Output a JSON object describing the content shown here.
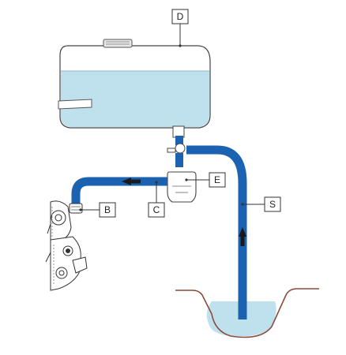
{
  "callouts": {
    "tank": "D",
    "connector": "E",
    "pump_inlet": "B",
    "supply_hose": "C",
    "suction_hose": "S"
  },
  "colors": {
    "hose": "#1b62b1",
    "water": "#bfe1ee",
    "tank_fill": "#ffffff",
    "outline": "#444444",
    "ground": "#8a4a3c"
  },
  "icons": {
    "flow_arrow_left": "arrow-left-icon",
    "flow_arrow_up": "arrow-up-icon"
  }
}
